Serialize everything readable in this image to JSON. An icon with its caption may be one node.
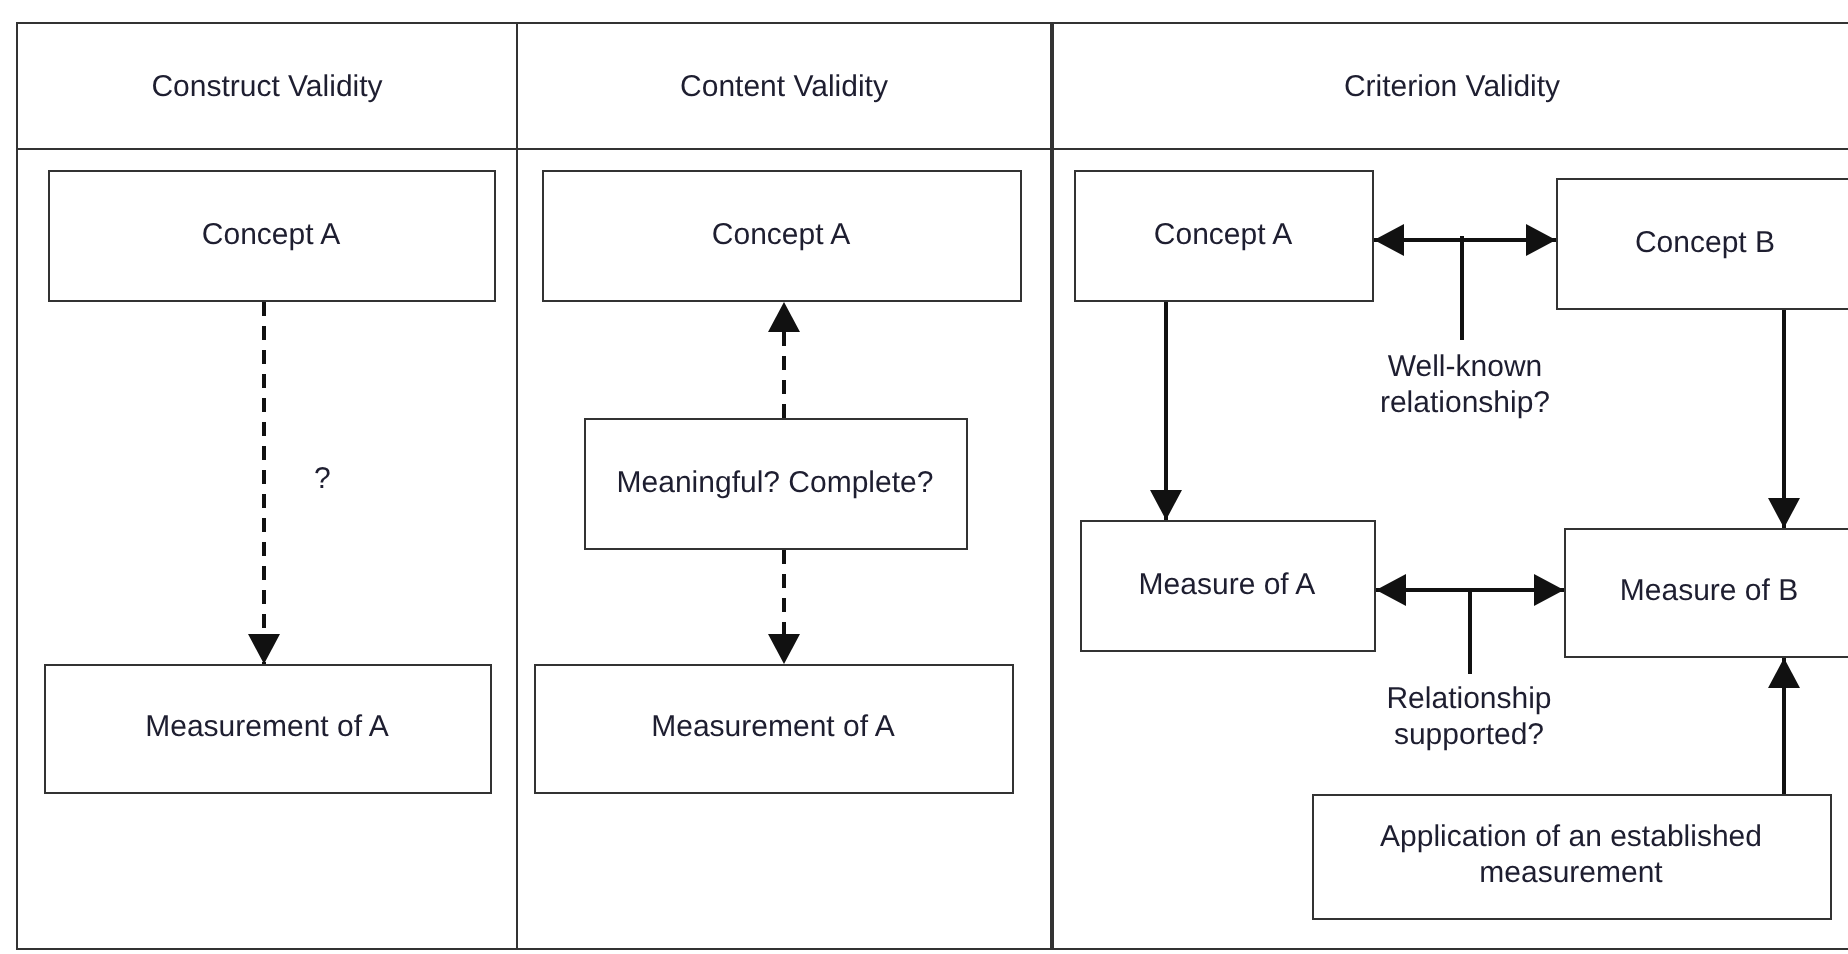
{
  "diagram": {
    "nodes": [
      {
        "text": [
          "Construct Validity"
        ]
      },
      {
        "text": [
          "Concept A"
        ],
        "in": 0
      },
      {
        "text": [
          "Measurement of A"
        ],
        "in": 0
      },
      {
        "text": [
          "Content Validity"
        ]
      },
      {
        "text": [
          "Concept A"
        ],
        "in": 3
      },
      {
        "text": [
          "Meaningful? Complete?"
        ],
        "in": 3
      },
      {
        "text": [
          "Measurement of A"
        ],
        "in": 3
      },
      {
        "text": [
          "Criterion Validity"
        ]
      },
      {
        "text": [
          "Concept A"
        ],
        "in": 7
      },
      {
        "text": [
          "Concept B"
        ],
        "in": 7
      },
      {
        "text": [
          "Well-known relationship?"
        ],
        "in": 7
      },
      {
        "text": [
          "Measure of A"
        ],
        "in": 7
      },
      {
        "text": [
          "Measure of B"
        ],
        "in": 7
      },
      {
        "text": [
          "Relationship supported?"
        ],
        "in": 7
      },
      {
        "text": [
          "Application of an established measurement"
        ],
        "in": 7
      }
    ],
    "edges": [
      {
        "from": 1,
        "to": 2,
        "arrow": "to",
        "style": "dashed",
        "label": "?"
      },
      {
        "from": 5,
        "to": 4,
        "arrow": "to",
        "style": "dashed"
      },
      {
        "from": 5,
        "to": 6,
        "arrow": "to",
        "style": "dashed"
      },
      {
        "from": 8,
        "to": 9,
        "arrow": "both"
      },
      {
        "from": 10,
        "to": null,
        "arrow": "none"
      },
      {
        "from": 8,
        "to": 11,
        "arrow": "to"
      },
      {
        "from": 9,
        "to": 12,
        "arrow": "to"
      },
      {
        "from": 11,
        "to": 12,
        "arrow": "both"
      },
      {
        "from": 13,
        "to": null,
        "arrow": "none"
      },
      {
        "from": 14,
        "to": 12,
        "arrow": "to"
      }
    ]
  }
}
